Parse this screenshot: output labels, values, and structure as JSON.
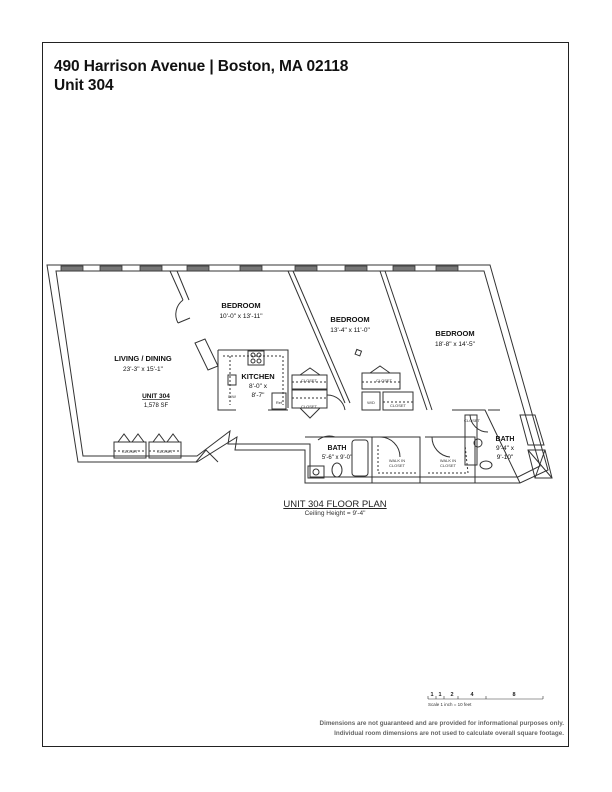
{
  "header": {
    "address": "490 Harrison Avenue | Boston, MA 02118",
    "unit": "Unit 304"
  },
  "floor_plan": {
    "title": "UNIT 304 FLOOR PLAN",
    "ceiling_height": "Ceiling Height = 9'-4\"",
    "unit_label": "UNIT 304",
    "unit_area": "1,578 SF",
    "rooms": [
      {
        "name": "LIVING / DINING",
        "dims": "23'-3\" x 15'-1\""
      },
      {
        "name": "BEDROOM",
        "dims": "10'-0\" x 13'-11\""
      },
      {
        "name": "BEDROOM",
        "dims": "13'-4\" x 11'-0\""
      },
      {
        "name": "BEDROOM",
        "dims": "18'-8\" x 14'-5\""
      },
      {
        "name": "KITCHEN",
        "dims_line1": "8'-0\" x",
        "dims_line2": "8'-7\""
      },
      {
        "name": "BATH",
        "dims": "5'-6\" x 9'-0\""
      },
      {
        "name": "BATH",
        "dims_line1": "9'-4\" x",
        "dims_line2": "9'-10\""
      }
    ],
    "fixtures": {
      "closet": "CLOSET",
      "walk_in_closet_line1": "WALK IN",
      "walk_in_closet_line2": "CLOSET",
      "dishwasher": "D/W",
      "refrigerator": "Ref",
      "washer_dryer": "W/D"
    }
  },
  "scale": {
    "ticks": [
      "1",
      "1",
      "2",
      "4",
      "8"
    ],
    "caption": "Scale 1 inch = 10 feet"
  },
  "disclaimer": {
    "line1": "Dimensions are not guaranteed and are provided for informational purposes only.",
    "line2": "Individual room dimensions are not used to calculate overall square footage."
  }
}
